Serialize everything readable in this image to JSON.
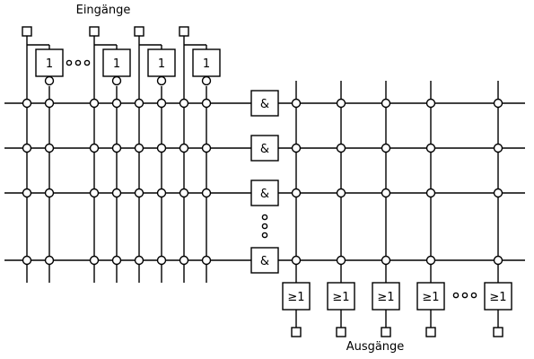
{
  "labels": {
    "inputs": "Eingänge",
    "outputs": "Ausgänge"
  },
  "gates": {
    "inverter": "1",
    "and": "&",
    "or": "≥1"
  },
  "counts": {
    "inputs_shown": 4,
    "and_rows_shown": 4,
    "outputs_shown": 5
  }
}
